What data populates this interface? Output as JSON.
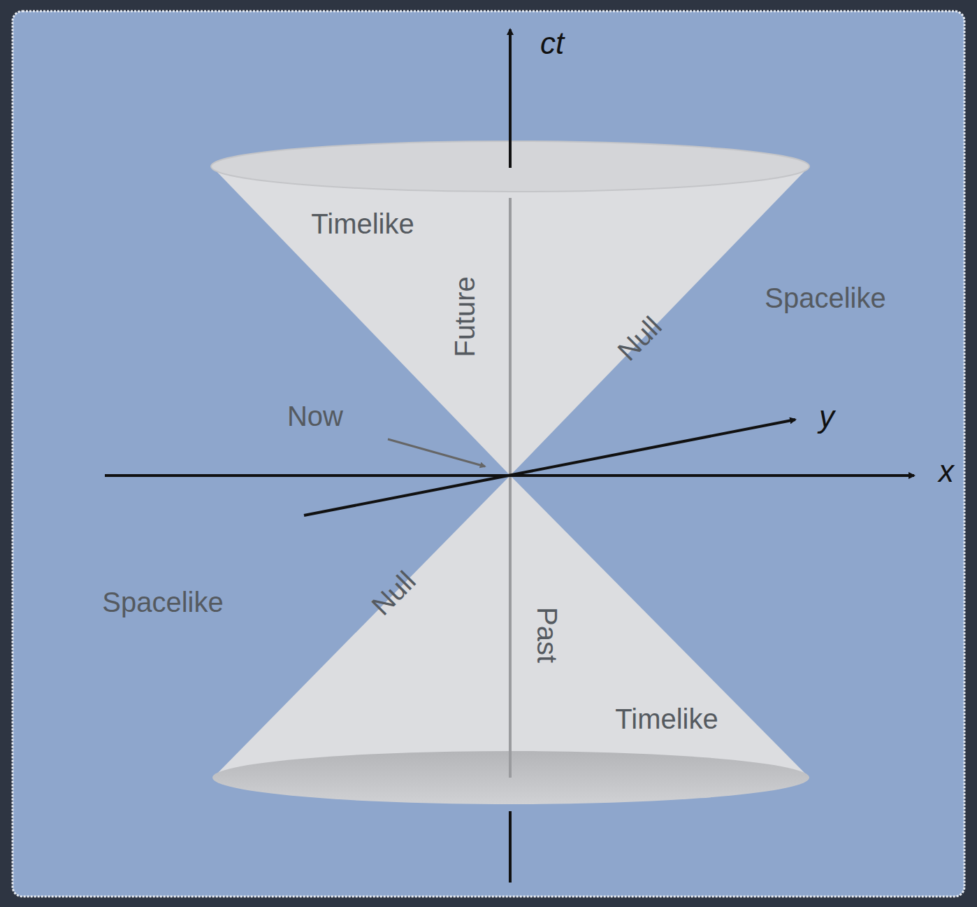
{
  "diagram": {
    "labels": [
      "ct",
      "Timelike",
      "Spacelike",
      "Future",
      "Null",
      "Now",
      "y",
      "x",
      "Null",
      "Spacelike",
      "Past",
      "Timelike"
    ]
  }
}
